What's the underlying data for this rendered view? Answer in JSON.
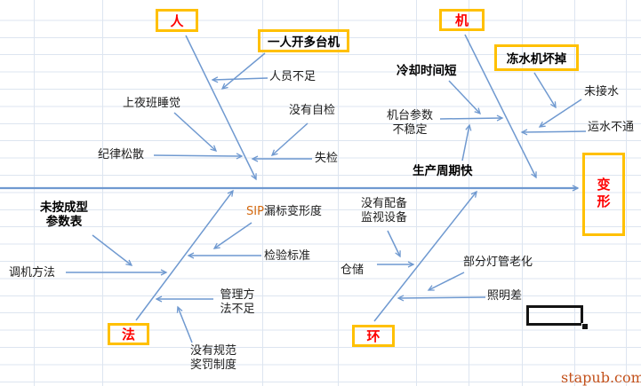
{
  "fishbone": {
    "effect_label": "变形",
    "person": {
      "label": "人",
      "boxed_cause": "一人开多台机",
      "causes": {
        "understaffed": "人员不足",
        "night_shift_sleep": "上夜班睡觉",
        "lax_discipline": "纪律松散",
        "no_self_check": "没有自检",
        "missed_inspection": "失检"
      }
    },
    "machine": {
      "label": "机",
      "boxed_cause": "冻水机坏掉",
      "causes": {
        "short_cooling_time": "冷却时间短",
        "unstable_machine_params": "机台参数\n不稳定",
        "fast_production_cycle": "生产周期快",
        "water_not_connected": "未接水",
        "water_line_blocked": "运水不通"
      }
    },
    "method": {
      "label": "法",
      "causes": {
        "not_follow_molding_params": "未按成型\n参数表",
        "machine_tuning_method": "调机方法",
        "sip_prefix": "SIP",
        "sip_rest": "漏标变形度",
        "inspection_standard": "检验标准",
        "insufficient_management": "管理方\n法不足",
        "no_reward_penalty_rules": "没有规范\n奖罚制度"
      }
    },
    "environment": {
      "label": "环",
      "causes": {
        "no_monitoring_equipment": "没有配备\n监视设备",
        "warehouse": "仓储",
        "aging_lamps": "部分灯管老化",
        "poor_lighting": "照明差"
      }
    }
  },
  "watermark": "stapub.com",
  "colors": {
    "category_text": "#fe0000",
    "box_border": "#ffc000",
    "arrow_blue": "#6f99d0",
    "sip_orange": "#d4690f",
    "watermark": "#c3511b",
    "gridline": "#dde5f0",
    "selection_border": "#141414"
  }
}
